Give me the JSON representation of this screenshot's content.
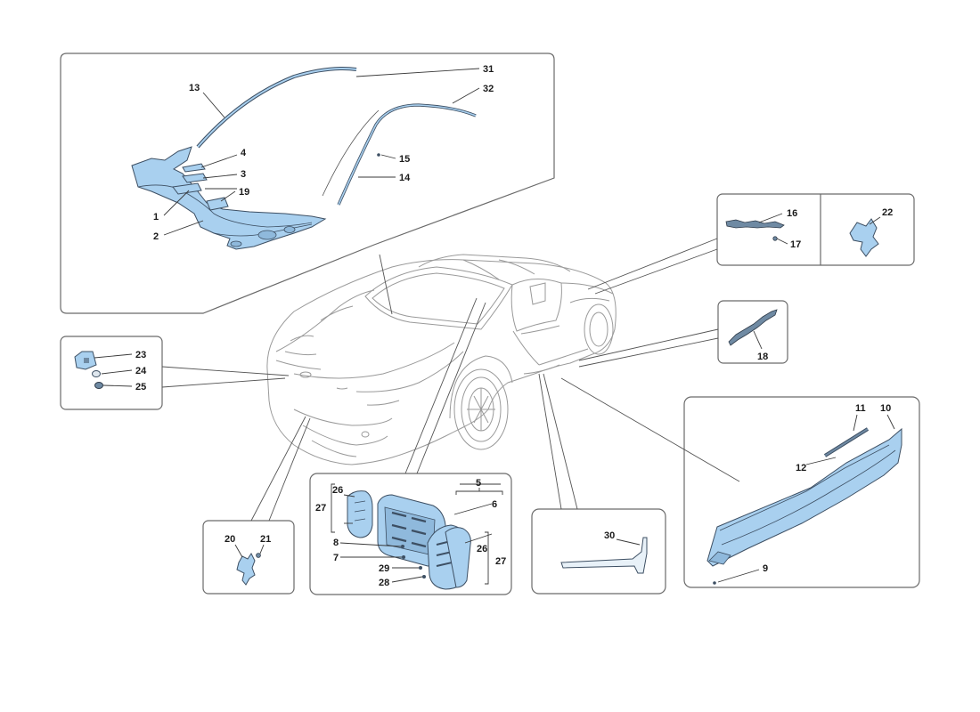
{
  "labels": {
    "p1": "1",
    "p2": "2",
    "p3": "3",
    "p4": "4",
    "p5": "5",
    "p6": "6",
    "p7": "7",
    "p8": "8",
    "p9": "9",
    "p10": "10",
    "p11": "11",
    "p12": "12",
    "p13": "13",
    "p14": "14",
    "p15": "15",
    "p16": "16",
    "p17": "17",
    "p18": "18",
    "p19": "19",
    "p20": "20",
    "p21": "21",
    "p22": "22",
    "p23": "23",
    "p24": "24",
    "p25": "25",
    "p26a": "26",
    "p26b": "26",
    "p27a": "27",
    "p27b": "27",
    "p28": "28",
    "p29": "29",
    "p30": "30",
    "p31": "31",
    "p32": "32"
  },
  "colors": {
    "part_fill": "#a9d0ef",
    "part_stroke": "#3d4f63",
    "panel_border": "#6a6a6a",
    "car_outline": "#9a9a9a"
  }
}
